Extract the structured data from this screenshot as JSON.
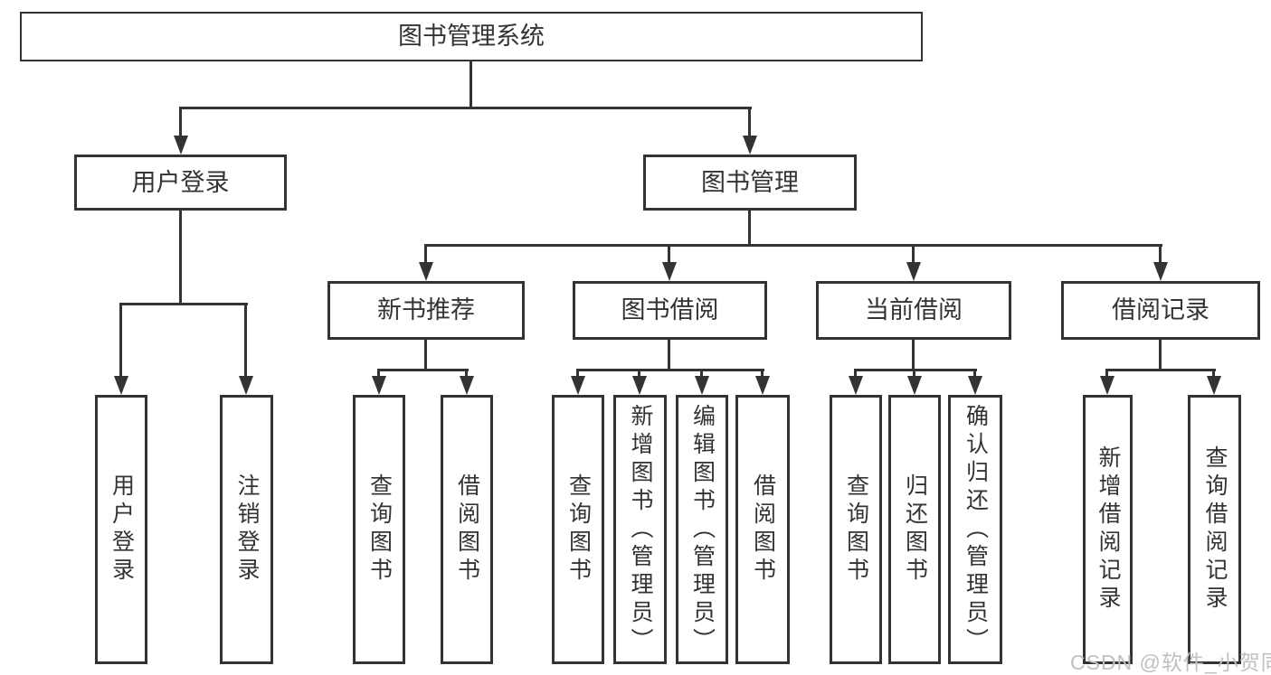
{
  "tree": {
    "root": {
      "label": "图书管理系统"
    },
    "branches": [
      {
        "label": "用户登录",
        "children": [
          {
            "label": "用户登录"
          },
          {
            "label": "注销登录"
          }
        ]
      },
      {
        "label": "图书管理",
        "children": [
          {
            "label": "新书推荐",
            "children": [
              {
                "label": "查询图书"
              },
              {
                "label": "借阅图书"
              }
            ]
          },
          {
            "label": "图书借阅",
            "children": [
              {
                "label": "查询图书"
              },
              {
                "label": "新增图书（管理员）"
              },
              {
                "label": "编辑图书（管理员）"
              },
              {
                "label": "借阅图书"
              }
            ]
          },
          {
            "label": "当前借阅",
            "children": [
              {
                "label": "查询图书"
              },
              {
                "label": "归还图书"
              },
              {
                "label": "确认归还（管理员）"
              }
            ]
          },
          {
            "label": "借阅记录",
            "children": [
              {
                "label": "新增借阅记录"
              },
              {
                "label": "查询借阅记录"
              }
            ]
          }
        ]
      }
    ]
  },
  "watermark": {
    "text": "CSDN @软件_小贺同学"
  },
  "colors": {
    "line": "#333333",
    "text": "#333333",
    "watermark": "#c0c0c0",
    "background": "#ffffff"
  }
}
